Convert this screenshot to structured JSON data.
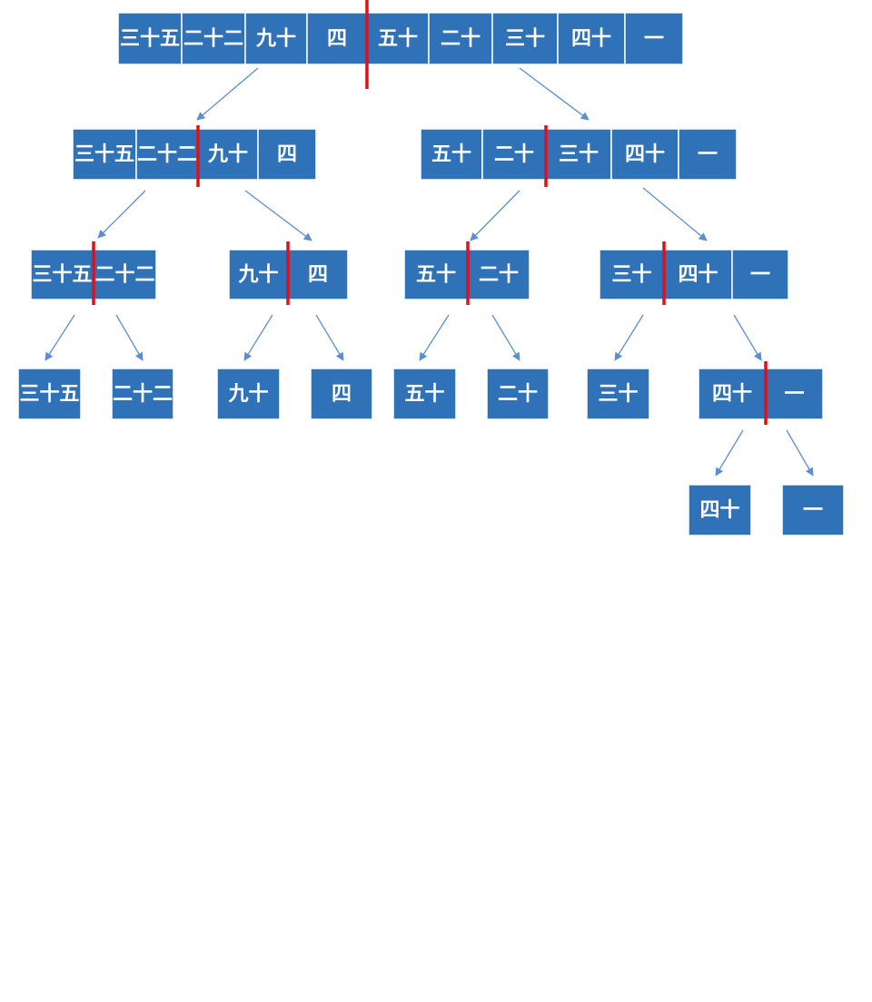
{
  "colors": {
    "box": "#2f72b8",
    "box_border": "#ffffff",
    "split": "#e0101a",
    "arrow": "#5b8fd0"
  },
  "levels": [
    {
      "groups": [
        {
          "cells": [
            "三十五",
            "二十二",
            "九十",
            "四",
            "五十",
            "二十",
            "三十",
            "四十",
            "一"
          ]
        }
      ]
    },
    {
      "groups": [
        {
          "cells": [
            "三十五",
            "二十二",
            "九十",
            "四"
          ]
        },
        {
          "cells": [
            "五十",
            "二十",
            "三十",
            "四十",
            "一"
          ]
        }
      ]
    },
    {
      "groups": [
        {
          "cells": [
            "三十五",
            "二十二"
          ]
        },
        {
          "cells": [
            "九十",
            "四"
          ]
        },
        {
          "cells": [
            "五十",
            "二十"
          ]
        },
        {
          "cells": [
            "三十",
            "四十",
            "一"
          ]
        }
      ]
    },
    {
      "groups": [
        {
          "cells": [
            "三十五"
          ]
        },
        {
          "cells": [
            "二十二"
          ]
        },
        {
          "cells": [
            "九十"
          ]
        },
        {
          "cells": [
            "四"
          ]
        },
        {
          "cells": [
            "五十"
          ]
        },
        {
          "cells": [
            "二十"
          ]
        },
        {
          "cells": [
            "三十"
          ]
        },
        {
          "cells": [
            "四十",
            "一"
          ]
        }
      ]
    },
    {
      "groups": [
        {
          "cells": [
            "四十"
          ]
        },
        {
          "cells": [
            "一"
          ]
        }
      ]
    }
  ]
}
